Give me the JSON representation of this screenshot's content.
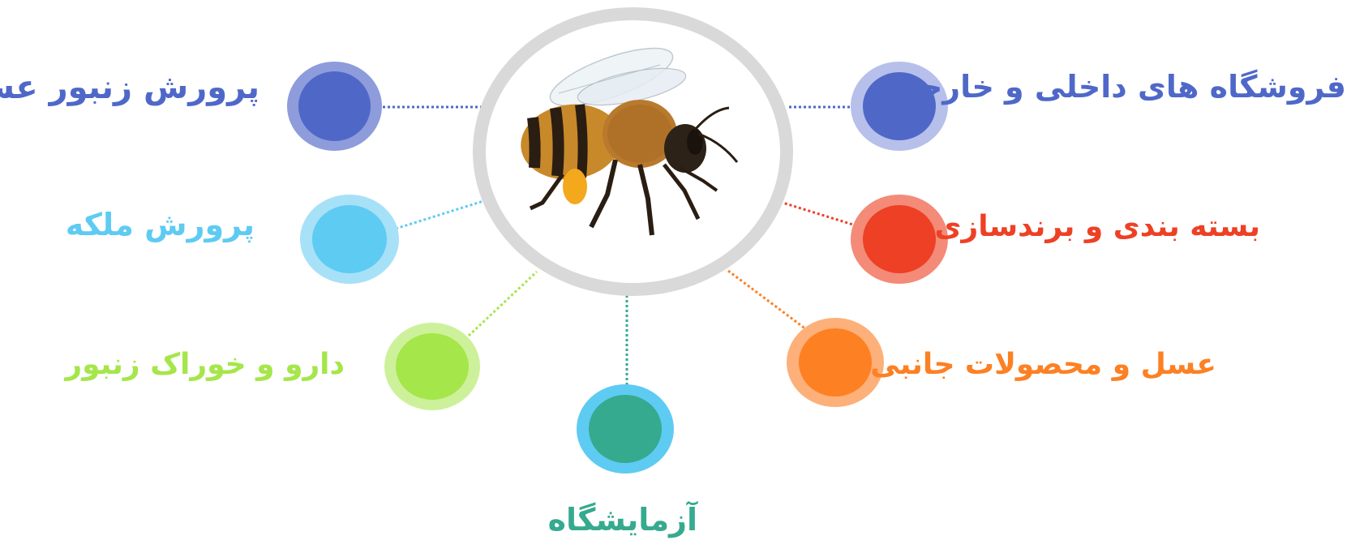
{
  "hub": {
    "image": "bee-photo",
    "border_color": "#d9d9d9"
  },
  "items": [
    {
      "key": "beekeeping",
      "label": "پرورش زنبور عسل",
      "color": "#4f68c8",
      "ring": "#8e9cdc",
      "icon": "circle-node"
    },
    {
      "key": "queen",
      "label": "پرورش ملکه",
      "color": "#5ecbf2",
      "ring": "#a7e1f7",
      "icon": "circle-node"
    },
    {
      "key": "medicine",
      "label": "دارو و خوراک زنبور",
      "color": "#a5e64a",
      "ring": "#cdf19a",
      "icon": "circle-node"
    },
    {
      "key": "lab",
      "label": "آزمایشگاه",
      "color": "#35aa8e",
      "ring": "#5ecbf2",
      "icon": "circle-node"
    },
    {
      "key": "products",
      "label": "عسل و محصولات جانبی",
      "color": "#fd8023",
      "ring": "#fdb07a",
      "icon": "circle-node"
    },
    {
      "key": "packaging",
      "label": "بسته بندی و برندسازی",
      "color": "#ee4024",
      "ring": "#f48a78",
      "icon": "circle-node"
    },
    {
      "key": "stores",
      "label": "فروشگاه های داخلی و خارجی",
      "color": "#4f68c8",
      "ring": "#b7c0ea",
      "icon": "circle-node"
    }
  ]
}
